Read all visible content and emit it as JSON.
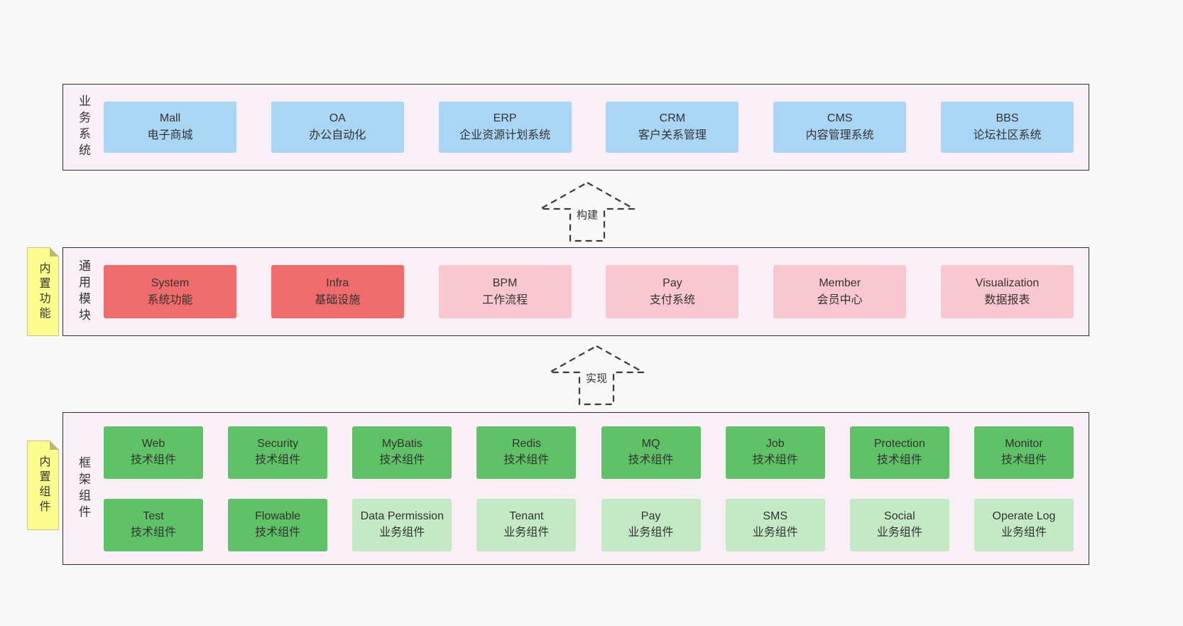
{
  "arrows": {
    "build": "构建",
    "implement": "实现"
  },
  "bands": {
    "business": {
      "side_label": "业务系统",
      "boxes": [
        {
          "title": "Mall",
          "subtitle": "电子商城"
        },
        {
          "title": "OA",
          "subtitle": "办公自动化"
        },
        {
          "title": "ERP",
          "subtitle": "企业资源计划系统"
        },
        {
          "title": "CRM",
          "subtitle": "客户关系管理"
        },
        {
          "title": "CMS",
          "subtitle": "内容管理系统"
        },
        {
          "title": "BBS",
          "subtitle": "论坛社区系统"
        }
      ]
    },
    "modules": {
      "side_label": "通用模块",
      "sticky_label": "内置功能",
      "boxes": [
        {
          "title": "System",
          "subtitle": "系统功能"
        },
        {
          "title": "Infra",
          "subtitle": "基础设施"
        },
        {
          "title": "BPM",
          "subtitle": "工作流程"
        },
        {
          "title": "Pay",
          "subtitle": "支付系统"
        },
        {
          "title": "Member",
          "subtitle": "会员中心"
        },
        {
          "title": "Visualization",
          "subtitle": "数据报表"
        }
      ]
    },
    "components": {
      "side_label": "框架组件",
      "sticky_label": "内置组件",
      "row1": [
        {
          "title": "Web",
          "subtitle": "技术组件"
        },
        {
          "title": "Security",
          "subtitle": "技术组件"
        },
        {
          "title": "MyBatis",
          "subtitle": "技术组件"
        },
        {
          "title": "Redis",
          "subtitle": "技术组件"
        },
        {
          "title": "MQ",
          "subtitle": "技术组件"
        },
        {
          "title": "Job",
          "subtitle": "技术组件"
        },
        {
          "title": "Protection",
          "subtitle": "技术组件"
        },
        {
          "title": "Monitor",
          "subtitle": "技术组件"
        }
      ],
      "row2": [
        {
          "title": "Test",
          "subtitle": "技术组件"
        },
        {
          "title": "Flowable",
          "subtitle": "技术组件"
        },
        {
          "title": "Data Permission",
          "subtitle": "业务组件"
        },
        {
          "title": "Tenant",
          "subtitle": "业务组件"
        },
        {
          "title": "Pay",
          "subtitle": "业务组件"
        },
        {
          "title": "SMS",
          "subtitle": "业务组件"
        },
        {
          "title": "Social",
          "subtitle": "业务组件"
        },
        {
          "title": "Operate Log",
          "subtitle": "业务组件"
        }
      ]
    }
  },
  "colors": {
    "page_bg": "#f8f8f8",
    "band_bg": "#f9eff7",
    "band_border": "#2f2f2f",
    "blue": "#a9d6f5",
    "red": "#ef6c6c",
    "pink": "#f9c7cf",
    "green": "#5fc266",
    "light_green": "#c3e9c5",
    "sticky_yellow": "#fcfc8e"
  }
}
